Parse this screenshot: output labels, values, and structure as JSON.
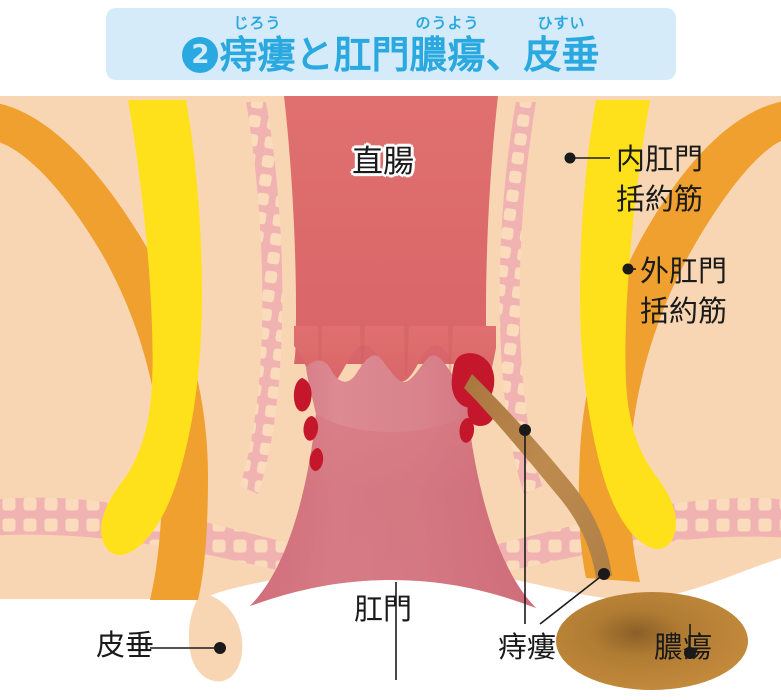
{
  "title": {
    "badge": "2",
    "segments": [
      {
        "ruby": "じろう",
        "text": "痔瘻"
      },
      {
        "ruby": "",
        "text": "と肛門"
      },
      {
        "ruby": "のうよう",
        "text": "膿瘍"
      },
      {
        "ruby": "",
        "text": "、"
      },
      {
        "ruby": "ひすい",
        "text": "皮垂"
      }
    ],
    "full_text": "❷痔瘻と肛門膿瘍、皮垂",
    "background_color": "#d6ebfa",
    "text_color": "#29a9e0"
  },
  "illustration": {
    "alt": "直腸・肛門の断面図（痔瘻・肛門膿瘍・皮垂）",
    "labels": {
      "rectum": "直腸",
      "internal_sphincter_line1": "内肛門",
      "internal_sphincter_line2": "括約筋",
      "external_sphincter_line1": "外肛門",
      "external_sphincter_line2": "括約筋",
      "anus": "肛門",
      "skin_tag": "皮垂",
      "fistula": "痔瘻",
      "abscess": "膿瘍"
    },
    "colors": {
      "skin": "#f8d6b3",
      "skin_light": "#fadcbd",
      "external_sphincter": "#f0a02e",
      "internal_sphincter": "#ffe11b",
      "muscle_mesh": "#f1b2b2",
      "rectum_top": "#e0706f",
      "rectum_mid": "#dd6d6d",
      "anal_canal": "#d4737f",
      "crypt_red": "#c4172c",
      "fistula_tract": "#b5824a",
      "abscess_fill": "#c08336",
      "abscess_core": "#8a5f28",
      "leader_line": "#1a1a1a",
      "background": "#ffffff"
    }
  }
}
